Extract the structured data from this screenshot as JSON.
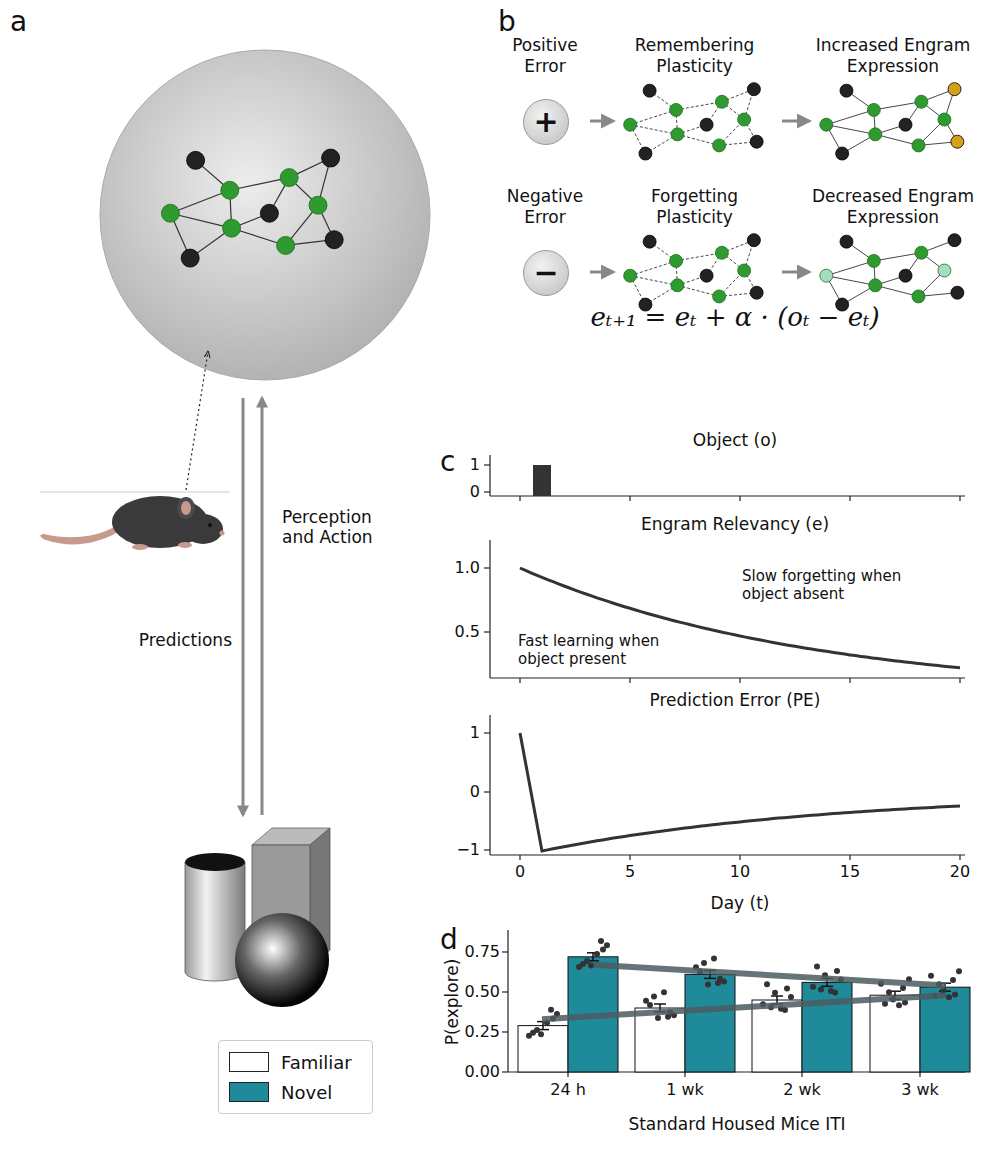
{
  "diagram": {
    "nodes": [
      {
        "text": [
          "Positive Error",
          "+"
        ]
      },
      {
        "text": [
          "Remembering Plasticity"
        ]
      },
      {
        "text": [
          "Increased Engram Expression"
        ]
      },
      {
        "text": [
          "Negative Error",
          "−"
        ]
      },
      {
        "text": [
          "Forgetting Plasticity"
        ]
      },
      {
        "text": [
          "Decreased Engram Expression"
        ]
      }
    ],
    "edges": [
      {
        "from": 0,
        "to": 1,
        "arrow": "to"
      },
      {
        "from": 1,
        "to": 2,
        "arrow": "to"
      },
      {
        "from": 3,
        "to": 4,
        "arrow": "to"
      },
      {
        "from": 4,
        "to": 5,
        "arrow": "to"
      }
    ],
    "labels": [
      "a",
      "b",
      "c",
      "d",
      "Predictions",
      "Perception and Action",
      "eₜ₊₁ = eₜ + α · (oₜ − eₜ)",
      "Object (o)",
      "1",
      "0",
      "Engram Relevancy (e)",
      "1.0",
      "0.5",
      "Fast learning when object present",
      "Slow forgetting when object absent",
      "Prediction Error (PE)",
      "1",
      "0",
      "−1",
      "0",
      "5",
      "10",
      "15",
      "20",
      "Day (t)",
      "P(explore)",
      "0.00",
      "0.25",
      "0.50",
      "0.75",
      "24 h",
      "1 wk",
      "2 wk",
      "3 wk",
      "Standard Housed Mice ITI"
    ],
    "legend": [
      {
        "text": "Familiar",
        "color": "#ffffff"
      },
      {
        "text": "Novel",
        "color": "#1f8a9a"
      }
    ]
  }
}
